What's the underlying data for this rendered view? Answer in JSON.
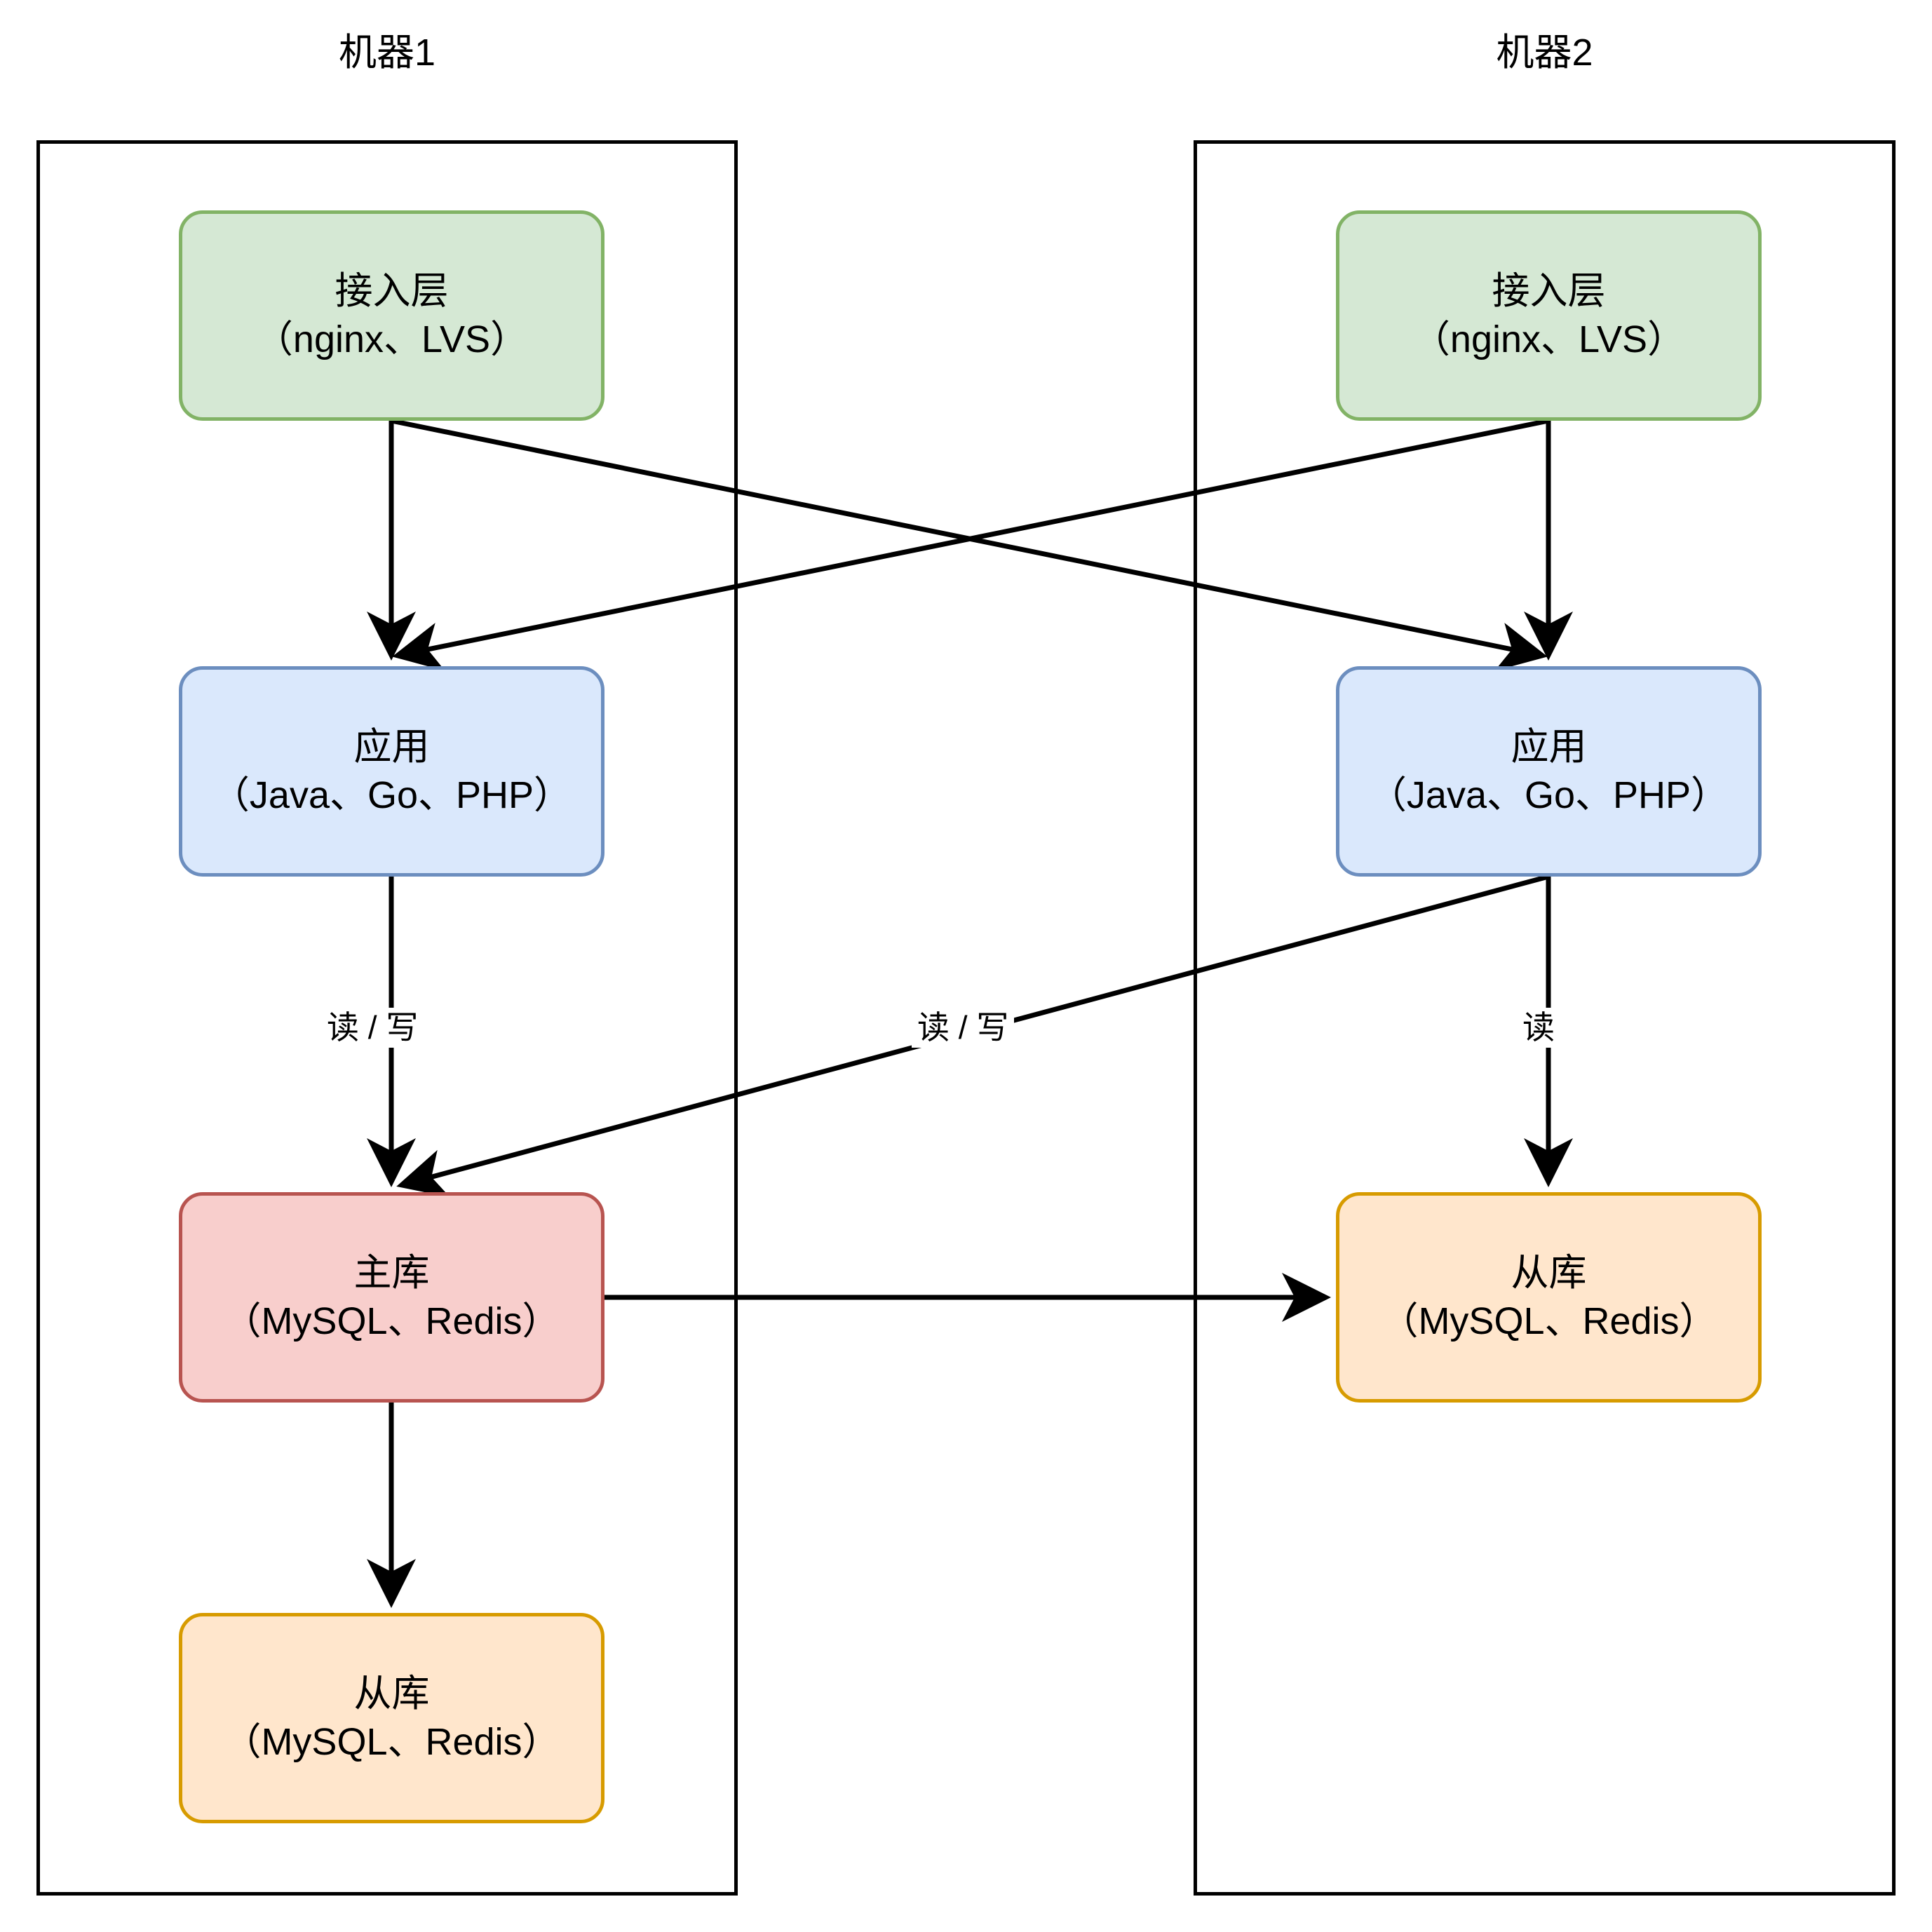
{
  "diagram": {
    "title_machine_1": "机器1",
    "title_machine_2": "机器2",
    "colors": {
      "access_fill": "#d5e8d4",
      "access_stroke": "#82b366",
      "app_fill": "#dae8fc",
      "app_stroke": "#6c8ebf",
      "master_fill": "#f8cecc",
      "master_stroke": "#b85450",
      "slave_fill": "#ffe6cc",
      "slave_stroke": "#d79b00",
      "container_stroke": "#000000",
      "edge_stroke": "#000000",
      "background": "#ffffff"
    }
  },
  "machine1": {
    "label": "机器1",
    "nodes": {
      "access": {
        "line1": "接入层",
        "line2": "（nginx、LVS）"
      },
      "app": {
        "line1": "应用",
        "line2": "（Java、Go、PHP）"
      },
      "master": {
        "line1": "主库",
        "line2": "（MySQL、Redis）"
      },
      "slave": {
        "line1": "从库",
        "line2": "（MySQL、Redis）"
      }
    }
  },
  "machine2": {
    "label": "机器2",
    "nodes": {
      "access": {
        "line1": "接入层",
        "line2": "（nginx、LVS）"
      },
      "app": {
        "line1": "应用",
        "line2": "（Java、Go、PHP）"
      },
      "slave": {
        "line1": "从库",
        "line2": "（MySQL、Redis）"
      }
    }
  },
  "edge_labels": {
    "m1_app_to_master": "读 / 写",
    "m2_app_to_m1_master": "读 / 写",
    "m2_app_to_m2_slave": "读"
  }
}
